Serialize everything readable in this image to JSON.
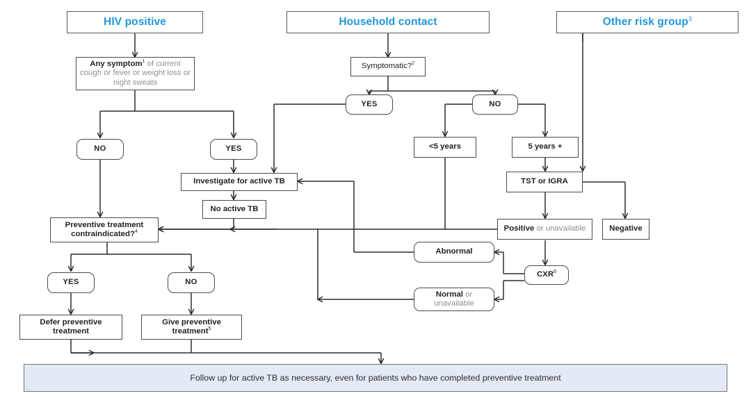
{
  "diagram": {
    "title": "TB preventive treatment algorithm",
    "accent_color": "#2196d9",
    "banner_fill": "#e3eaf5",
    "box_stroke": "#4a4a4a"
  },
  "headers": {
    "hiv_positive": "HIV positive",
    "household_contact": "Household contact",
    "other_risk_group": "Other risk group",
    "other_risk_group_sup": "3"
  },
  "nodes": {
    "any_symptom_bold": "Any symptom",
    "any_symptom_sup": "1",
    "any_symptom_rest": " of current cough or fever or weight loss or night sweats",
    "symptomatic": "Symptomatic?",
    "symptomatic_sup": "2",
    "hiv_no": "NO",
    "hiv_yes": "YES",
    "hh_yes": "YES",
    "hh_no": "NO",
    "under5": "<5 years",
    "over5": "5 years +",
    "tst_igra": "TST or IGRA",
    "positive_bold": "Positive",
    "positive_rest": " or unavailable",
    "negative": "Negative",
    "investigate": "Investigate for active TB",
    "no_active_tb": "No active TB",
    "cxr": "CXR",
    "cxr_sup": "6",
    "abnormal": "Abnormal",
    "normal_bold": "Normal",
    "normal_rest": " or unavailable",
    "contraindicated": "Preventive treatment contraindicated?",
    "contraindicated_sup": "4",
    "ct_yes": "YES",
    "ct_no": "NO",
    "defer": "Defer preventive treatment",
    "give": "Give preventive treatment",
    "give_sup": "5"
  },
  "banner": {
    "text": "Follow up for active TB as necessary, even for patients who have completed preventive treatment"
  },
  "chart_data": {
    "type": "diagram",
    "title": "TB preventive treatment decision flowchart",
    "entry_points": [
      "HIV positive",
      "Household contact",
      "Other risk group"
    ],
    "terminal": "Follow up for active TB as necessary, even for patients who have completed preventive treatment",
    "edges": [
      {
        "from": "HIV positive",
        "to": "Any symptom of current cough or fever or weight loss or night sweats"
      },
      {
        "from": "Any symptom",
        "to": "NO",
        "branch": "no"
      },
      {
        "from": "Any symptom",
        "to": "YES",
        "branch": "yes"
      },
      {
        "from": "NO (HIV)",
        "to": "Preventive treatment contraindicated?"
      },
      {
        "from": "YES (HIV)",
        "to": "Investigate for active TB"
      },
      {
        "from": "Household contact",
        "to": "Symptomatic?"
      },
      {
        "from": "Symptomatic?",
        "to": "YES",
        "branch": "yes"
      },
      {
        "from": "Symptomatic?",
        "to": "NO",
        "branch": "no"
      },
      {
        "from": "YES (household)",
        "to": "Investigate for active TB"
      },
      {
        "from": "NO (household)",
        "to": "<5 years"
      },
      {
        "from": "NO (household)",
        "to": "5 years +"
      },
      {
        "from": "<5 years",
        "to": "Preventive treatment contraindicated?"
      },
      {
        "from": "5 years +",
        "to": "TST or IGRA"
      },
      {
        "from": "Other risk group",
        "to": "TST or IGRA"
      },
      {
        "from": "TST or IGRA",
        "to": "Positive or unavailable"
      },
      {
        "from": "TST or IGRA",
        "to": "Negative"
      },
      {
        "from": "Positive or unavailable",
        "to": "Preventive treatment contraindicated?"
      },
      {
        "from": "Positive or unavailable",
        "to": "CXR"
      },
      {
        "from": "CXR",
        "to": "Abnormal"
      },
      {
        "from": "CXR",
        "to": "Normal or unavailable"
      },
      {
        "from": "Abnormal",
        "to": "Investigate for active TB"
      },
      {
        "from": "Normal or unavailable",
        "to": "Preventive treatment contraindicated?"
      },
      {
        "from": "Investigate for active TB",
        "to": "No active TB"
      },
      {
        "from": "No active TB",
        "to": "Preventive treatment contraindicated?"
      },
      {
        "from": "Preventive treatment contraindicated?",
        "to": "YES",
        "branch": "yes"
      },
      {
        "from": "Preventive treatment contraindicated?",
        "to": "NO",
        "branch": "no"
      },
      {
        "from": "YES (contraindicated)",
        "to": "Defer preventive treatment"
      },
      {
        "from": "NO (contraindicated)",
        "to": "Give preventive treatment"
      },
      {
        "from": "Defer preventive treatment",
        "to": "Follow up for active TB as necessary"
      },
      {
        "from": "Give preventive treatment",
        "to": "Follow up for active TB as necessary"
      }
    ]
  }
}
